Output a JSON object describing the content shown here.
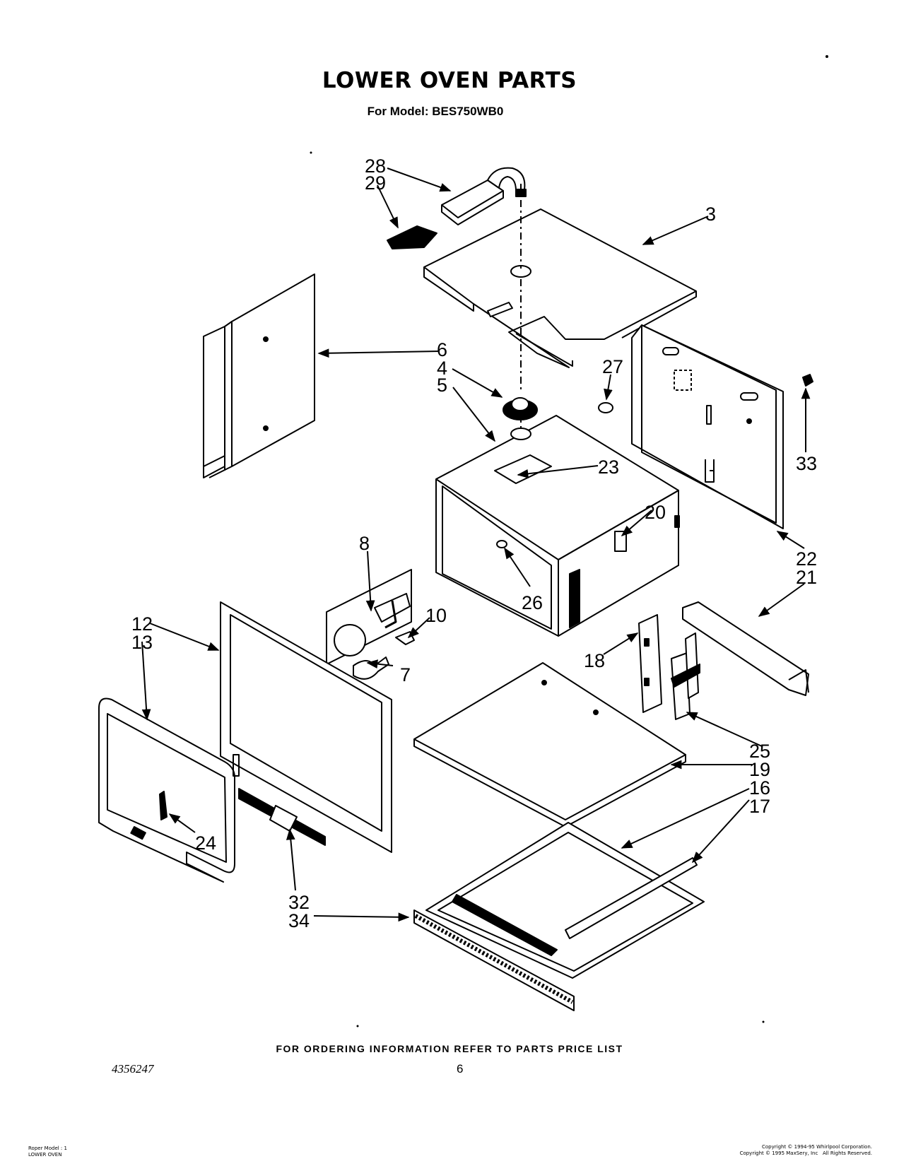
{
  "header": {
    "title": "LOWER OVEN PARTS",
    "subtitle": "For Model: BES750WB0"
  },
  "callouts": {
    "c28": "28",
    "c29": "29",
    "c3": "3",
    "c6": "6",
    "c4": "4",
    "c5": "5",
    "c27": "27",
    "c33": "33",
    "c23": "23",
    "c20": "20",
    "c22": "22",
    "c21": "21",
    "c8": "8",
    "c26": "26",
    "c10": "10",
    "c12": "12",
    "c13": "13",
    "c7": "7",
    "c18": "18",
    "c25": "25",
    "c19": "19",
    "c16": "16",
    "c17": "17",
    "c24": "24",
    "c32": "32",
    "c34": "34"
  },
  "footer": {
    "ordering_note": "FOR ORDERING INFORMATION REFER TO PARTS PRICE LIST",
    "doc_number": "4356247",
    "page_number": "6",
    "left_small": "Roper Model : 1\nLOWER OVEN",
    "right_small": "Copyright © 1994-95 Whirlpool Corporation.\nCopyright © 1995 MaxSery, Inc   All Rights Reserved."
  }
}
